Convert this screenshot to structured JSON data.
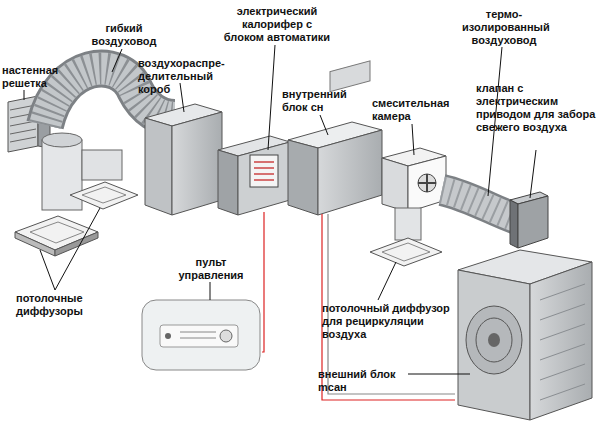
{
  "diagram": {
    "labels": [
      "настенная решетка",
      "гибкий воздуховод",
      "воздухораспре- делительный короб",
      "электрический калорифер с блоком автоматики",
      "внутренний блок cн",
      "смесительная камера",
      "термо- изолированный воздуховод",
      "клапан с электрическим приводом для забора свежего воздуха",
      "пульт управления",
      "потолочные диффузоры",
      "потолочный диффузор для рециркуляции воздуха",
      "внешний блок mcaн"
    ]
  }
}
